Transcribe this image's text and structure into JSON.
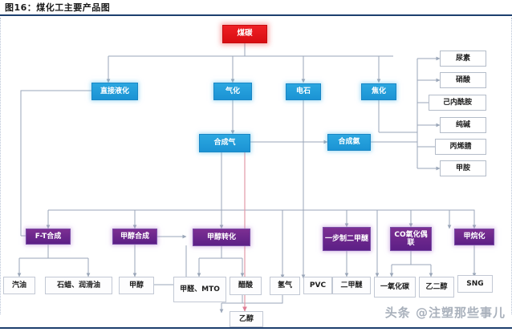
{
  "header": {
    "title": "图16：煤化工主要产品图"
  },
  "watermark": "头条 @注塑那些事儿",
  "colors": {
    "red": "#e01016",
    "blue": "#1f9ad6",
    "purple": "#6a2490",
    "white_box_border": "#b4bcc9",
    "wire": "#9aa6b8",
    "wire_pink": "#e39aa8",
    "title_rule": "#1d3f6e"
  },
  "nodes": {
    "coal": {
      "label": "煤碳",
      "type": "red"
    },
    "level2": [
      {
        "id": "direct_liquefaction",
        "label": "直接液化",
        "type": "blue"
      },
      {
        "id": "gasification",
        "label": "气化",
        "type": "blue"
      },
      {
        "id": "calcium_carbide",
        "label": "电石",
        "type": "blue"
      },
      {
        "id": "coking",
        "label": "焦化",
        "type": "blue"
      }
    ],
    "syngas": {
      "label": "合成气",
      "type": "blue"
    },
    "ammonia": {
      "label": "合成氨",
      "type": "blue"
    },
    "ammonia_products": [
      {
        "id": "urea",
        "label": "尿素",
        "type": "white"
      },
      {
        "id": "nitric_acid",
        "label": "硝酸",
        "type": "white"
      },
      {
        "id": "caprolactam",
        "label": "己内酰胺",
        "type": "white"
      },
      {
        "id": "soda_ash",
        "label": "纯碱",
        "type": "white"
      },
      {
        "id": "acrylonitrile",
        "label": "丙烯腈",
        "type": "white"
      },
      {
        "id": "methylamine",
        "label": "甲胺",
        "type": "white"
      }
    ],
    "process": [
      {
        "id": "ft_synthesis",
        "label": "F-T合成",
        "type": "purple"
      },
      {
        "id": "methanol_synthesis",
        "label": "甲醇合成",
        "type": "purple"
      },
      {
        "id": "methanol_conversion",
        "label": "甲醇转化",
        "type": "purple"
      },
      {
        "id": "one_step_dme",
        "label": "一步制二甲醚",
        "type": "purple"
      },
      {
        "id": "co_oxidative_coupling",
        "label": "CO氧化偶联",
        "type": "purple"
      },
      {
        "id": "methanation",
        "label": "甲烷化",
        "type": "purple"
      }
    ],
    "products": [
      {
        "id": "gasoline",
        "label": "汽油",
        "type": "white"
      },
      {
        "id": "paraffin_lube",
        "label": "石蜡、润滑油",
        "type": "white"
      },
      {
        "id": "methanol",
        "label": "甲醇",
        "type": "white"
      },
      {
        "id": "formaldehyde_mto",
        "label": "甲醛、MTO",
        "type": "white"
      },
      {
        "id": "acetic_acid",
        "label": "醋酸",
        "type": "white"
      },
      {
        "id": "hydrogen",
        "label": "氢气",
        "type": "white"
      },
      {
        "id": "pvc",
        "label": "PVC",
        "type": "white"
      },
      {
        "id": "dme",
        "label": "二甲醚",
        "type": "white"
      },
      {
        "id": "carbon_monoxide",
        "label": "一氧化碳",
        "type": "white"
      },
      {
        "id": "ethylene_glycol",
        "label": "乙二醇",
        "type": "white"
      },
      {
        "id": "sng",
        "label": "SNG",
        "type": "white"
      },
      {
        "id": "ethanol",
        "label": "乙醇",
        "type": "white"
      }
    ]
  }
}
